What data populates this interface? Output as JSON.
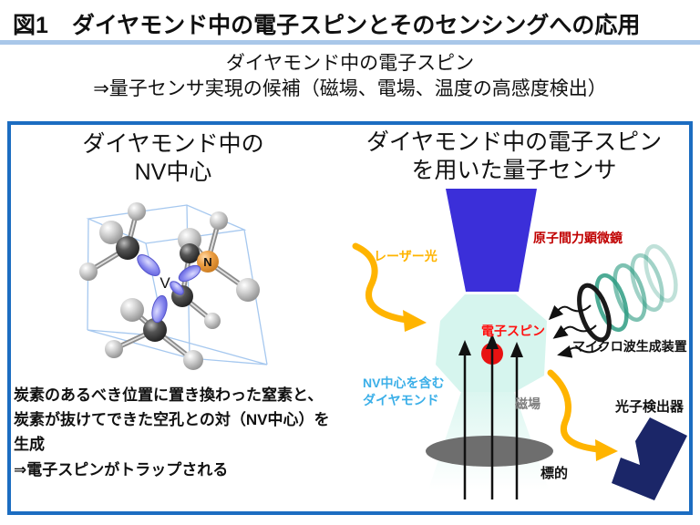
{
  "title": {
    "prefix": "図1",
    "text": "ダイヤモンド中の電子スピンとそのセンシングへの応用"
  },
  "subtitle": {
    "line1": "ダイヤモンド中の電子スピン",
    "line2": "⇒量子センサ実現の候補（磁場、電場、温度の高感度検出）"
  },
  "left_panel": {
    "heading": {
      "line1": "ダイヤモンド中の",
      "line2": "NV中心"
    },
    "crystal": {
      "nitrogen_label": "N",
      "vacancy_label": "V"
    },
    "caption": {
      "line1": "炭素のあるべき位置に置き換わった窒素と、",
      "line2": "炭素が抜けてできた空孔との対（NV中心）を",
      "line3": "生成",
      "line4": "⇒電子スピンがトラップされる"
    }
  },
  "right_panel": {
    "heading": {
      "line1": "ダイヤモンド中の電子スピン",
      "line2": "を用いた量子センサ"
    },
    "labels": {
      "afm": "原子間力顕微鏡",
      "laser": "レーザー光",
      "electron_spin": "電子スピン",
      "microwave_generator": "マイクロ波生成装置",
      "nv_diamond_line1": "NV中心を含む",
      "nv_diamond_line2": "ダイヤモンド",
      "magnetic_field": "磁場",
      "target": "標的",
      "photon_detector": "光子検出器"
    }
  },
  "colors": {
    "title_underline": "#A9C7E9",
    "panel_border": "#1C6DC1",
    "afm_tip_blue": "#3B2FD9",
    "afm_label_red": "#C00000",
    "laser_orange": "#FFB400",
    "electron_spin_red": "#FF1111",
    "spin_marker_red": "#E81212",
    "diamond_fill": "#D6F5EE",
    "nv_label_blue": "#3BAFE8",
    "coil_teal": "#2E9C82",
    "magnetic_field_gray": "#7F7F7F",
    "target_gray": "#6E6E6E",
    "detector_navy": "#1B2668",
    "nitrogen_orange": "#E8923A",
    "orbital_blue": "#7070E8",
    "cube_wireframe_blue": "#A6C8EF"
  }
}
